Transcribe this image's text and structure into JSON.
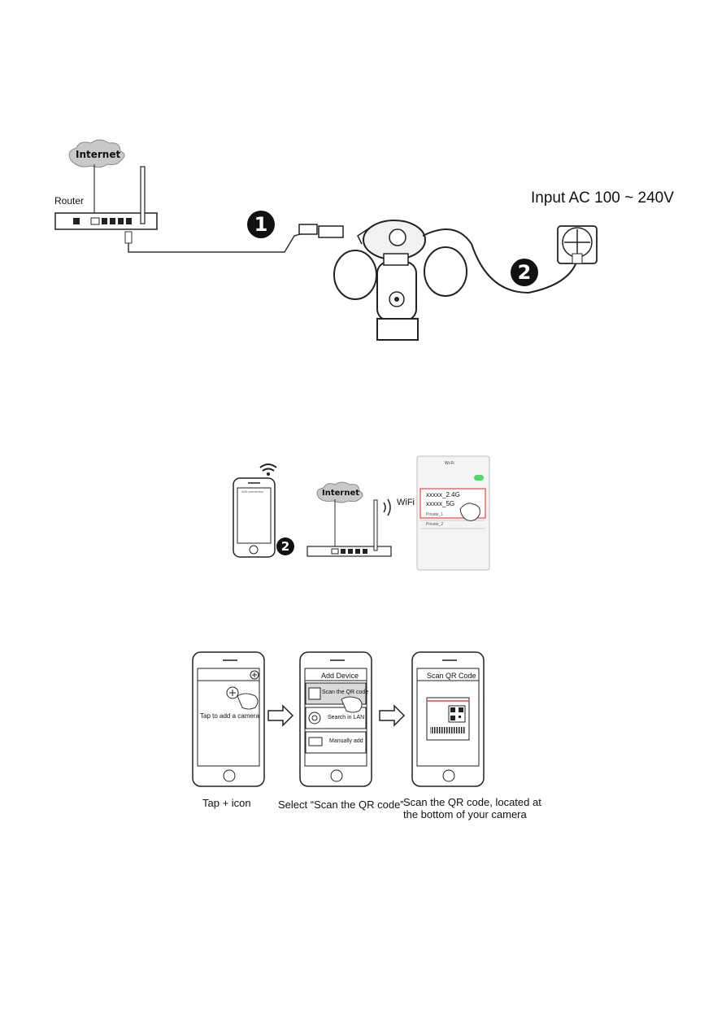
{
  "diagram1": {
    "internet_label": "Internet",
    "router_label": "Router",
    "step1": "1",
    "step2": "2",
    "power_label": "Input AC 100 ~ 240V"
  },
  "diagram2": {
    "internet_label": "Internet",
    "wifi_label": "WiFi",
    "step2": "2",
    "phone_screen_label": "Wifi connection",
    "settings_header": "Wi-Fi",
    "networks": [
      "xxxxx_2.4G",
      "xxxxx_5G",
      "Private_1",
      "Private_2"
    ]
  },
  "diagram3": {
    "phone1_text": "Tap  to add a camera",
    "phone2_title": "Add Device",
    "phone2_options": [
      "Scan the QR code",
      "Search in LAN",
      "Manually add"
    ],
    "phone3_title": "Scan QR Code",
    "caption1": "Tap + icon",
    "caption2": "Select “Scan the QR code”",
    "caption3_line1": "Scan the QR code, located at",
    "caption3_line2": "the bottom of your camera"
  }
}
